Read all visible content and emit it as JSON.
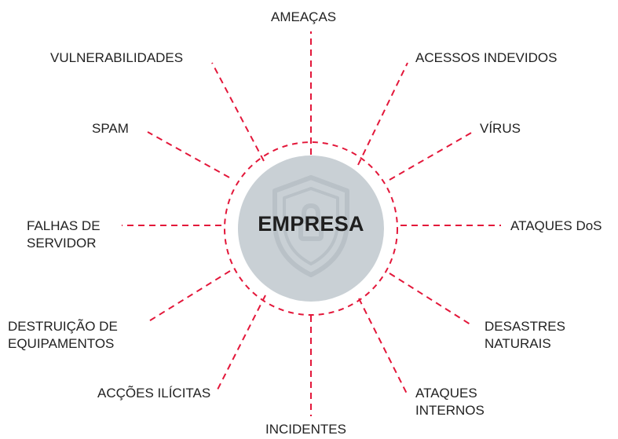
{
  "center": {
    "label": "EMPRESA",
    "icon": "shield-lock-icon",
    "fill_color": "#c9d0d5",
    "icon_color": "#b9c1c7"
  },
  "colors": {
    "dash": "#e3173a",
    "text": "#222222"
  },
  "threats": [
    {
      "id": "ameacas",
      "lines": [
        "AMEAÇAS"
      ]
    },
    {
      "id": "acessos-indevidos",
      "lines": [
        "ACESSOS INDEVIDOS"
      ]
    },
    {
      "id": "virus",
      "lines": [
        "VÍRUS"
      ]
    },
    {
      "id": "ataques-dos",
      "lines": [
        "ATAQUES DoS"
      ]
    },
    {
      "id": "desastres-naturais",
      "lines": [
        "DESASTRES",
        "NATURAIS"
      ]
    },
    {
      "id": "ataques-internos",
      "lines": [
        "ATAQUES",
        "INTERNOS"
      ]
    },
    {
      "id": "incidentes",
      "lines": [
        "INCIDENTES"
      ]
    },
    {
      "id": "accoes-ilicitas",
      "lines": [
        "ACÇÕES ILÍCITAS"
      ]
    },
    {
      "id": "destruicao-equipamentos",
      "lines": [
        "DESTRUIÇÃO DE",
        "EQUIPAMENTOS"
      ]
    },
    {
      "id": "falhas-servidor",
      "lines": [
        "FALHAS DE",
        "SERVIDOR"
      ]
    },
    {
      "id": "spam",
      "lines": [
        "SPAM"
      ]
    },
    {
      "id": "vulnerabilidades",
      "lines": [
        "VULNERABILIDADES"
      ]
    }
  ]
}
